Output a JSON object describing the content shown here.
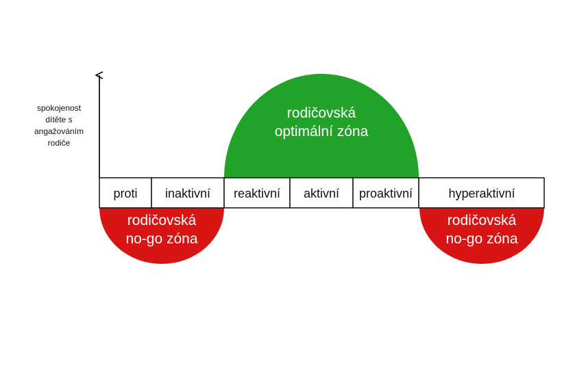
{
  "axis_label_lines": [
    "spokojenost",
    "dítěte s",
    "angažováním",
    "rodiče"
  ],
  "scale": [
    "proti",
    "inaktivní",
    "reaktivní",
    "aktivní",
    "proaktivní",
    "hyperaktivní"
  ],
  "zones": {
    "optimal": {
      "lines": [
        "rodičovská",
        "optimální zóna"
      ],
      "color": "#21a32a"
    },
    "nogo_left": {
      "lines": [
        "rodičovská",
        "no-go zóna"
      ],
      "color": "#d81515"
    },
    "nogo_right": {
      "lines": [
        "rodičovská",
        "no-go zóna"
      ],
      "color": "#d81515"
    }
  }
}
